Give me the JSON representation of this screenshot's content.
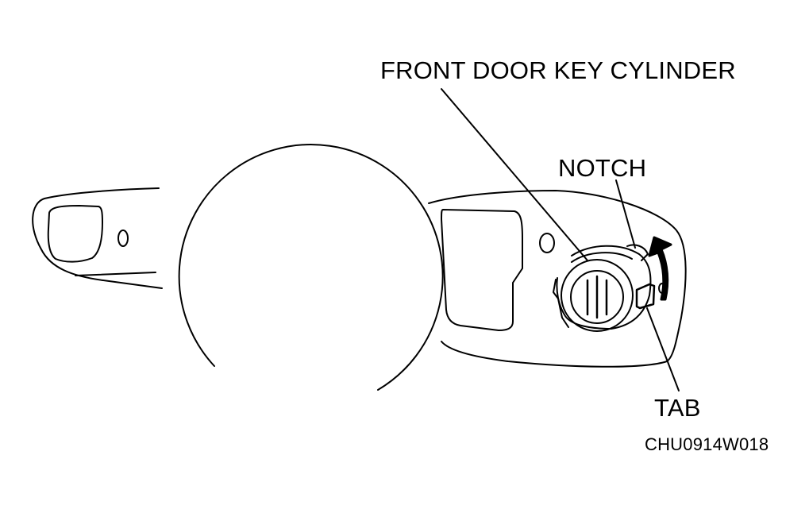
{
  "labels": {
    "cylinder": "FRONT DOOR KEY CYLINDER",
    "notch": "NOTCH",
    "tab": "TAB",
    "code": "CHU0914W018"
  },
  "colors": {
    "ink": "#000000",
    "background": "#ffffff"
  },
  "icons": {
    "rotation_arrow": "curved-arrow-up-icon"
  }
}
